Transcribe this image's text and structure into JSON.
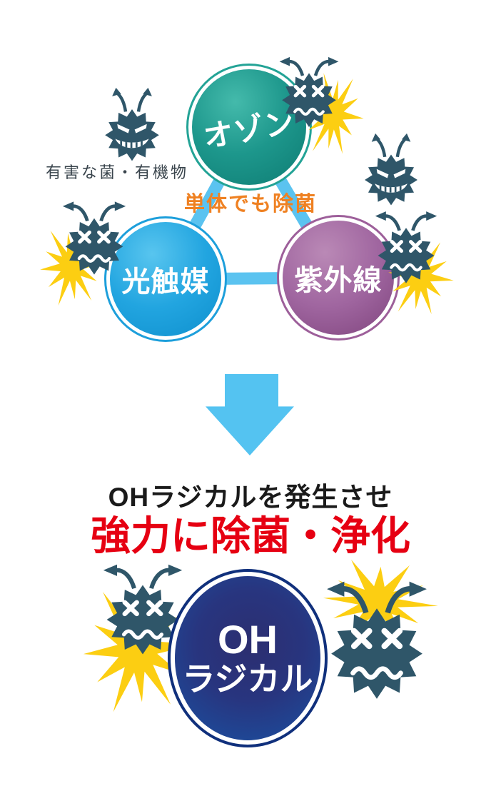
{
  "diagram": {
    "top": {
      "harmful_label": "有害な菌・有機物",
      "synergy_label": "単体でも除菌",
      "nodes": [
        {
          "id": "ozone",
          "label": "オゾン",
          "color": "#1f9a8e"
        },
        {
          "id": "photocatalyst",
          "label": "光触媒",
          "color": "#29abe2"
        },
        {
          "id": "uv",
          "label": "紫外線",
          "color": "#9c5f99"
        }
      ]
    },
    "result": {
      "headline": "OHラジカルを発生させ",
      "emphasis": "強力に除菌・浄化",
      "node_line1": "OH",
      "node_line2": "ラジカル",
      "node_color": "#1d3f8f"
    },
    "colors": {
      "connector_blue": "#5bc3f0",
      "arrow_blue": "#54c3f1",
      "burst_yellow": "#fcce12",
      "germ_body": "#2f5669",
      "headline_black": "#1a1a1a",
      "emphasis_red": "#e60012",
      "synergy_orange": "#ef8122",
      "harmful_text": "#39444c"
    },
    "icons": {
      "evil_germ": "germ-evil-icon",
      "dead_germ": "germ-dead-icon",
      "starburst": "starburst-icon",
      "down_arrow": "down-arrow-icon",
      "connector": "triangle-connector-lines"
    }
  }
}
